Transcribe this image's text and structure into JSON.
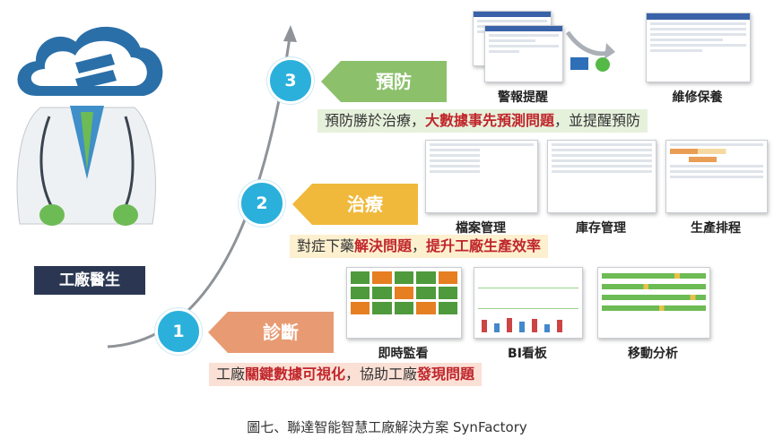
{
  "doctor_label": "工廠醫生",
  "steps": [
    {
      "number": "3",
      "title": "預防",
      "banner": [
        {
          "text": "預防勝於治療，",
          "hl": false
        },
        {
          "text": "大數據事先預測問題",
          "hl": true
        },
        {
          "text": "，並提醒預防",
          "hl": false
        }
      ]
    },
    {
      "number": "2",
      "title": "治療",
      "banner": [
        {
          "text": "對症下藥",
          "hl": false
        },
        {
          "text": "解決問題",
          "hl": true
        },
        {
          "text": "，",
          "hl": false
        },
        {
          "text": "提升工廠生產效率",
          "hl": true
        }
      ]
    },
    {
      "number": "1",
      "title": "診斷",
      "banner": [
        {
          "text": "工廠",
          "hl": false
        },
        {
          "text": "關鍵數據可視化",
          "hl": true
        },
        {
          "text": "，協助工廠",
          "hl": false
        },
        {
          "text": "發現問題",
          "hl": true
        }
      ]
    }
  ],
  "screens": {
    "alert": "警報提醒",
    "maintenance": "維修保養",
    "records": "檔案管理",
    "inventory": "庫存管理",
    "scheduling": "生產排程",
    "monitoring": "即時監看",
    "bi_board": "BI看板",
    "mobile": "移動分析"
  },
  "figure_caption": "圖七、聯達智能智慧工廠解決方案 SynFactory",
  "colors": {
    "circle": "#2bb0dc",
    "prevent": "#8cc06b",
    "treat": "#f0b93b",
    "diagnose": "#e89b73",
    "prevent_bg": "#e6f1dc",
    "treat_bg": "#fdf0cf",
    "diagnose_bg": "#fbe0d6",
    "highlight": "#c0262b"
  }
}
